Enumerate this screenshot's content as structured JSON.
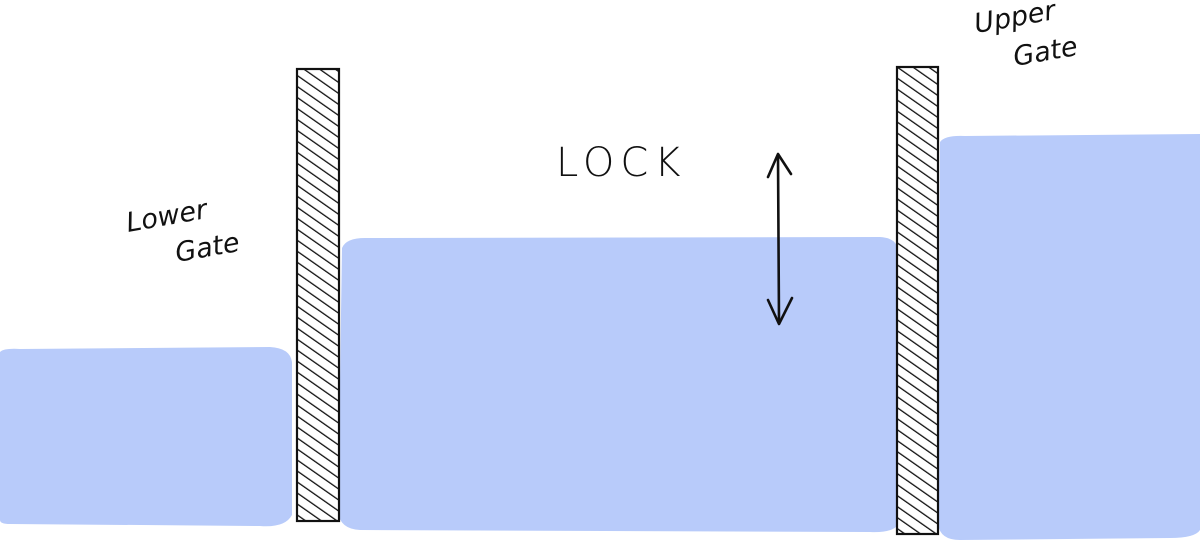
{
  "labels": {
    "title": "LOCK",
    "lower_gate_line1": "Lower",
    "lower_gate_line2": "Gate",
    "upper_gate_line1": "Upper",
    "upper_gate_line2": "Gate"
  },
  "colors": {
    "water": "#b8cbfa",
    "gate_outline": "#111111",
    "gate_hatch": "#111111",
    "ink": "#111111",
    "background": "#ffffff"
  },
  "icons": {
    "level_arrow": "double-headed-vertical-arrow-icon"
  }
}
